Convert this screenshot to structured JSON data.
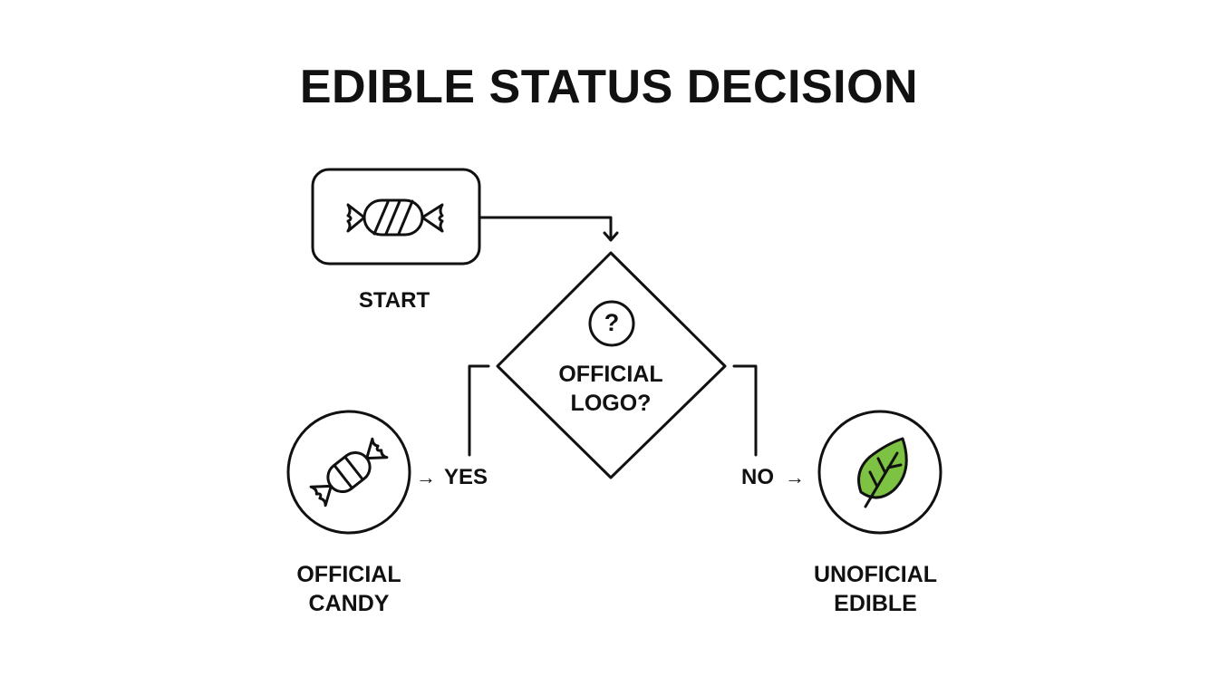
{
  "title": "EDIBLE STATUS DECISION",
  "nodes": {
    "start": {
      "label": "START",
      "icon": "candy-wrapped-icon",
      "shape": "rounded-rectangle"
    },
    "decision": {
      "icon": "question-circle-icon",
      "line1": "OFFICIAL",
      "line2": "LOGO?",
      "shape": "diamond"
    },
    "official": {
      "line1": "OFFICIAL",
      "line2": "CANDY",
      "icon": "candy-icon",
      "shape": "circle"
    },
    "unofficial": {
      "line1": "UNOFICIAL",
      "line2": "EDIBLE",
      "icon": "leaf-icon",
      "shape": "circle",
      "icon_color": "#7dc242"
    }
  },
  "edges": {
    "yes": {
      "label": "YES",
      "arrow": "→"
    },
    "no": {
      "label": "NO",
      "arrow": "→"
    }
  },
  "colors": {
    "stroke": "#111111",
    "leaf_fill": "#7dc242",
    "background": "#ffffff"
  }
}
